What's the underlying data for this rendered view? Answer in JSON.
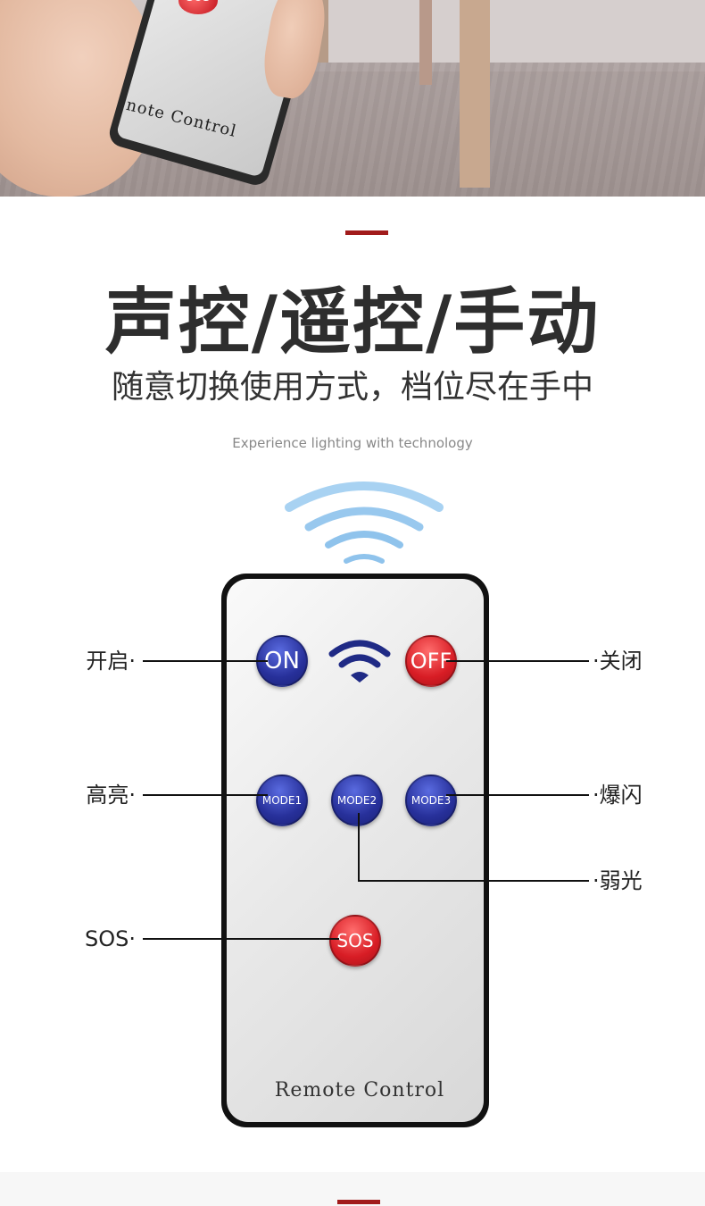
{
  "photo": {
    "remote_sos_label": "SOS",
    "remote_caption": "note Control"
  },
  "heading": {
    "title": "声控/遥控/手动",
    "subtitle": "随意切换使用方式，档位尽在手中",
    "tagline": "Experience lighting with technology"
  },
  "remote": {
    "buttons": {
      "on": "ON",
      "off": "OFF",
      "mode1": "MODE1",
      "mode2": "MODE2",
      "mode3": "MODE3",
      "sos": "SOS"
    },
    "caption": "Remote Control"
  },
  "callouts": {
    "on": "开启·",
    "off": "·关闭",
    "high": "高亮·",
    "strobe": "·爆闪",
    "low": "·弱光",
    "sos": "SOS·"
  },
  "colors": {
    "accent": "#a11b1b",
    "button_blue": "#27309a",
    "button_red": "#d81d25",
    "wave_blue": "#8fc3ec",
    "wifi_navy": "#1f2a85"
  },
  "icons": {
    "signal": "wifi-signal-icon",
    "broadcast": "wireless-waves-icon"
  }
}
